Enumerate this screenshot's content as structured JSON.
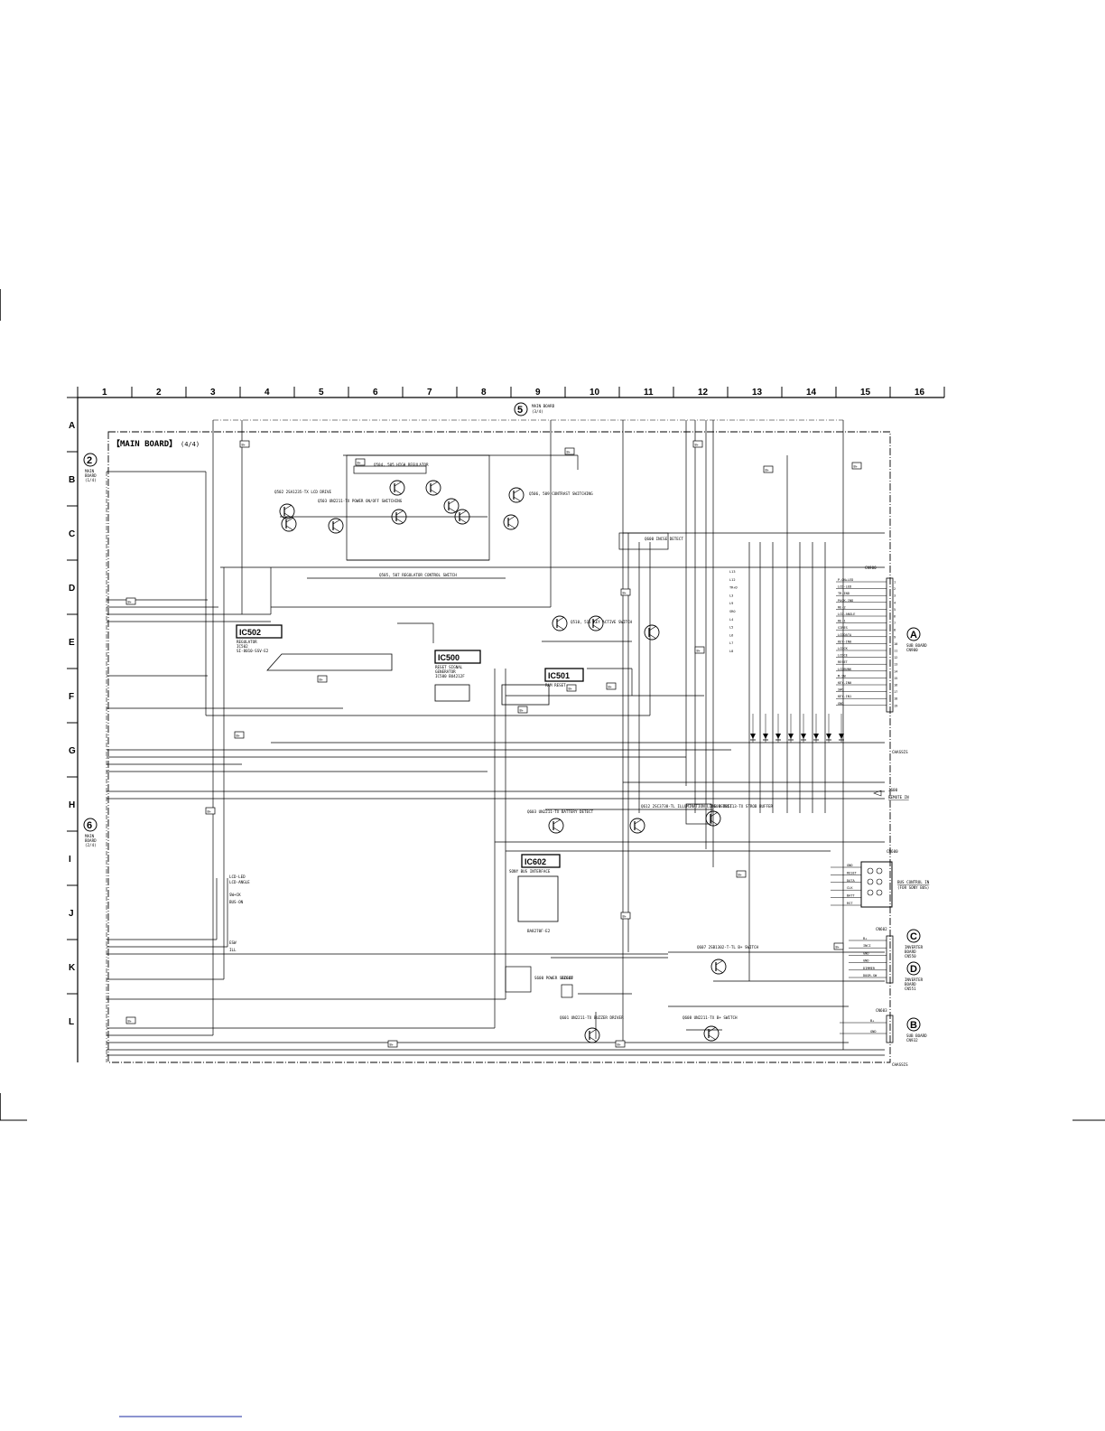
{
  "board": {
    "title": "【MAIN BOARD】",
    "subtitle": "(4/4)"
  },
  "columns": [
    "1",
    "2",
    "3",
    "4",
    "5",
    "6",
    "7",
    "8",
    "9",
    "10",
    "11",
    "12",
    "13",
    "14",
    "15",
    "16"
  ],
  "rows": [
    "A",
    "B",
    "C",
    "D",
    "E",
    "F",
    "G",
    "H",
    "I",
    "J",
    "K",
    "L"
  ],
  "connections": {
    "top": {
      "mark": "5",
      "text1": "MAIN BOARD",
      "text2": "(3/4)"
    },
    "left_top": {
      "mark": "2",
      "text1": "MAIN",
      "text2": "BOARD",
      "text3": "(1/4)"
    },
    "left_bottom": {
      "mark": "6",
      "text1": "MAIN",
      "text2": "BOARD",
      "text3": "(2/4)"
    },
    "right_a": {
      "mark": "A",
      "text1": "SUB BOARD",
      "text2": "CN900"
    },
    "right_c": {
      "mark": "C",
      "text1": "INVERTER",
      "text2": "BOARD",
      "text3": "CN550"
    },
    "right_d": {
      "mark": "D",
      "text1": "INVERTER",
      "text2": "BOARD",
      "text3": "CN551"
    },
    "right_b": {
      "mark": "B",
      "text1": "SUB BOARD",
      "text2": "CN932"
    }
  },
  "ics": {
    "ic502": {
      "name": "IC502",
      "desc1": "REGULATOR",
      "desc2": "IC502",
      "desc3": "SI-8010-SSV-E2"
    },
    "ic500": {
      "name": "IC500",
      "desc1": "RESET SIGNAL",
      "desc2": "GENERATOR",
      "desc3": "IC500 BU4212F"
    },
    "ic501": {
      "name": "IC501",
      "desc1": "RAM RESET"
    },
    "ic602": {
      "name": "IC602",
      "desc1": "SONY BUS INTERFACE",
      "desc2": "BA8270F-E2"
    }
  },
  "blocks": {
    "q504": "Q504, 505 HIGH REGULATOR",
    "q506": "Q506, 509 CONTRAST SWITCHING",
    "q505": "Q505, 507 REGULATOR CONTROL SWITCH",
    "q503": "Q503 UN2211-TX POWER ON/OFF SWITCHING",
    "q502": "Q502 2SA1235-TX LCD DRIVE",
    "q510": "Q510, 511 KEY ACTIVE SWITCH",
    "q600": "Q600 INCSE DETECT",
    "q603": "Q603 UN2211-TX BATTERY DETECT",
    "q612": "Q612 2SC3738-TL ILLUMINATION LINE DETECT",
    "q609": "Q609 UN5113-TX STROB BUFFER",
    "q607": "Q607 2SB1302-T-TL B+ SWITCH",
    "q608": "Q608 UN2211-TX B+ SWITCH",
    "q601": "Q601 UN2211-TX BUZZER DRIVER",
    "s600": "S600 POWER SELECT",
    "bz600": "BZ600"
  },
  "connector_cn900": {
    "name": "CN900",
    "pins": [
      "P-ON+LED",
      "LCD-LED",
      "TR-IND",
      "PACK-IND",
      "RE-2",
      "LCD-ANGLE",
      "RE-1",
      "SIRES",
      "LCDDATA",
      "KEY-IN0",
      "LCDCK",
      "LCDCE",
      "RESET",
      "LCDBUNK",
      "M-SW",
      "KEY-IN0",
      "SWG",
      "KEY-IN1",
      "GND"
    ]
  },
  "connector_cn600": {
    "name": "CN600",
    "title1": "BUS CONTROL IN",
    "title2": "(FOR SONY BUS)",
    "pins": [
      "GND",
      "RESET",
      "DATA",
      "CLK",
      "BATT",
      "RST"
    ]
  },
  "connector_k": {
    "name": "CN602",
    "pins": [
      "B+",
      "INCI",
      "GND",
      "GND",
      "DIMMER",
      "DOOR-SW"
    ]
  },
  "connector_l": {
    "name": "CN603",
    "pins": [
      "B+",
      "GND"
    ]
  },
  "jack": {
    "name": "J600",
    "label": "REMOTE IN"
  },
  "chassis": [
    "CHASSIS",
    "CHASSIS"
  ],
  "left_lines": [
    "LCD-LED",
    "LCD-ANGLE",
    "SW+CK",
    "BUS-ON",
    "ESW",
    "ILL"
  ],
  "net_labels": [
    "L13",
    "L12",
    "TR+D",
    "L3",
    "L9",
    "SRO",
    "L4",
    "L5",
    "L6",
    "L7",
    "L8"
  ],
  "flags": [
    "B+",
    "B+",
    "B+",
    "B+",
    "B+",
    "B+",
    "B+",
    "B+",
    "B+",
    "B+",
    "B+",
    "B+",
    "B+",
    "B+",
    "B+",
    "B+"
  ]
}
